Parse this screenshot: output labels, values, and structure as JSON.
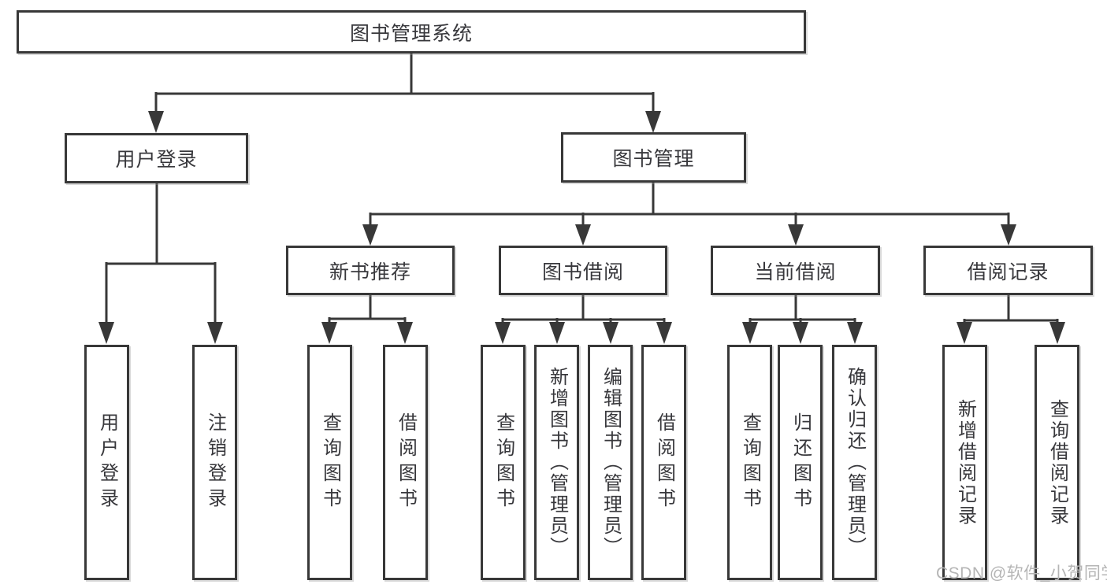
{
  "diagram": {
    "title": "图书管理系统",
    "branches": [
      {
        "label": "用户登录",
        "children": [
          "用户登录",
          "注销登录"
        ]
      },
      {
        "label": "图书管理",
        "sections": [
          {
            "label": "新书推荐",
            "children": [
              "查询图书",
              "借阅图书"
            ]
          },
          {
            "label": "图书借阅",
            "children": [
              "查询图书",
              "新增图书（管理员）",
              "编辑图书（管理员）",
              "借阅图书"
            ]
          },
          {
            "label": "当前借阅",
            "children": [
              "查询图书",
              "归还图书",
              "确认归还（管理员）"
            ]
          },
          {
            "label": "借阅记录",
            "children": [
              "新增借阅记录",
              "查询借阅记录"
            ]
          }
        ]
      }
    ]
  },
  "watermark": {
    "text": "CSDN @软件_小贺同学",
    "color": "#b5b5b5"
  },
  "colors": {
    "line": "#383838",
    "text": "#38383c",
    "background": "#ffffff"
  }
}
